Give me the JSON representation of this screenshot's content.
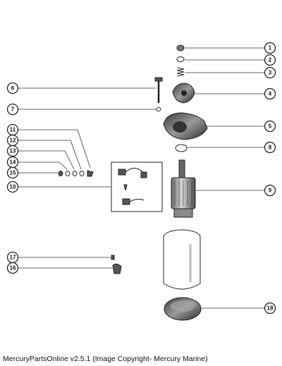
{
  "caption": "MercuryPartsOnline v2.5.1 (Image Copyright- Mercury Marine)",
  "callouts": {
    "c1": "1",
    "c2": "2",
    "c3": "3",
    "c4": "4",
    "c5": "5",
    "c6": "6",
    "c7": "7",
    "c8": "8",
    "c9": "9",
    "c10": "10",
    "c11": "11",
    "c12": "12",
    "c13": "13",
    "c14": "14",
    "c15": "15",
    "c16": "16",
    "c17": "17",
    "c18": "18"
  }
}
